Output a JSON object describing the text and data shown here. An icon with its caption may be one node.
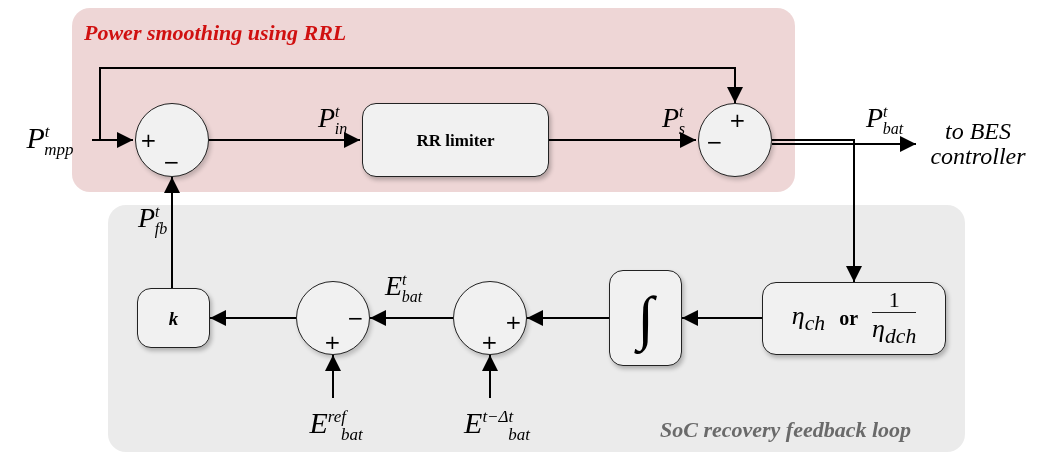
{
  "diagram": {
    "nodes": [
      {
        "text": [
          "Power smoothing using RRL"
        ]
      },
      {
        "text": [
          "SoC recovery feedback loop"
        ]
      },
      {
        "text": [
          "P$^{t}$$_{mpp}$"
        ]
      },
      {
        "text": [
          "+",
          "−"
        ],
        "in": 0
      },
      {
        "text": [
          "RR limiter"
        ],
        "in": 0
      },
      {
        "text": [
          "−",
          "+"
        ],
        "in": 0
      },
      {
        "text": [
          "to BES controller"
        ]
      },
      {
        "text": [
          "η$_{ch}$",
          "or",
          "1",
          "η$_{dch}$"
        ],
        "in": 1
      },
      {
        "text": [
          "∫"
        ],
        "in": 1
      },
      {
        "text": [
          "+",
          "+"
        ],
        "in": 1
      },
      {
        "text": [
          "−",
          "+"
        ],
        "in": 1
      },
      {
        "text": [
          "k"
        ],
        "in": 1
      },
      {
        "text": [
          "E$^{t−Δt}$$_{bat}$"
        ],
        "in": 1
      },
      {
        "text": [
          "E$^{ref}$$_{bat}$"
        ],
        "in": 1
      }
    ],
    "edges": [
      {
        "from": 2,
        "to": 3,
        "arrow": "to"
      },
      {
        "from": 2,
        "to": 5,
        "arrow": "to"
      },
      {
        "from": 3,
        "to": 4,
        "arrow": "to",
        "label": "P$^{t}$$_{in}$"
      },
      {
        "from": 4,
        "to": 5,
        "arrow": "to",
        "label": "P$^{t}$$_{s}$"
      },
      {
        "from": 5,
        "to": 6,
        "arrow": "to",
        "label": "P$^{t}$$_{bat}$"
      },
      {
        "from": 5,
        "to": 7,
        "arrow": "to"
      },
      {
        "from": 7,
        "to": 8,
        "arrow": "to"
      },
      {
        "from": 8,
        "to": 9,
        "arrow": "to"
      },
      {
        "from": 12,
        "to": 9,
        "arrow": "to"
      },
      {
        "from": 9,
        "to": 10,
        "arrow": "to",
        "label": "E$^{t}$$_{bat}$"
      },
      {
        "from": 13,
        "to": 10,
        "arrow": "to"
      },
      {
        "from": 10,
        "to": 11,
        "arrow": "to"
      },
      {
        "from": 11,
        "to": 3,
        "arrow": "to",
        "label": "P$^{t}$$_{fb}$"
      }
    ]
  }
}
